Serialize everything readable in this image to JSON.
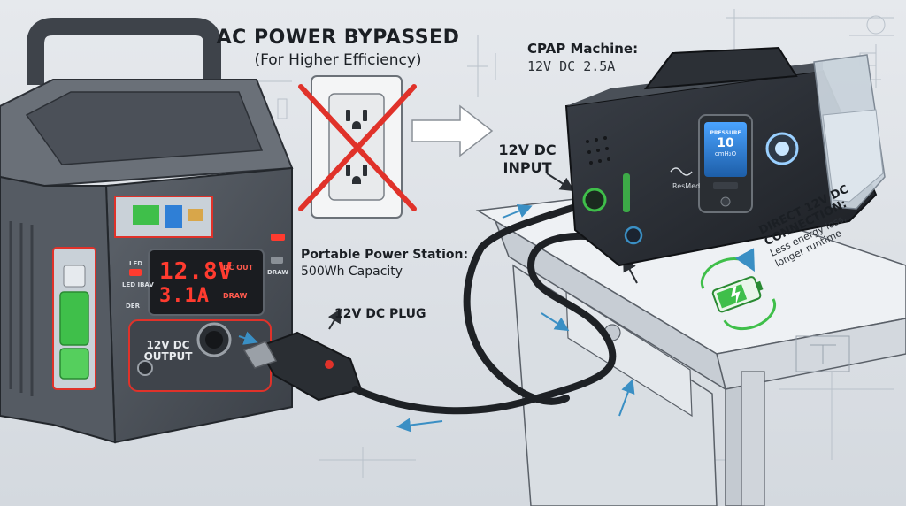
{
  "headings": {
    "ac_title": "AC POWER BYPASSED",
    "ac_subtitle": "(For Higher Efficiency)"
  },
  "cpap": {
    "title": "CPAP Machine:",
    "spec": "12V DC 2.5A",
    "input_line1": "12V DC",
    "input_line2": "INPUT",
    "screen_label": "PRESSURE",
    "screen_value": "10",
    "screen_unit": "cmH₂O",
    "brand": "ResMed"
  },
  "power_station": {
    "title": "Portable Power Station:",
    "capacity": "500Wh Capacity",
    "voltage_display": "12.8V",
    "voltage_caption": "DC OUT",
    "current_display": "3.1A",
    "current_caption": "DRAW",
    "side_label_1": "LED",
    "side_label_2": "LED IBAV",
    "side_label_3": "DER",
    "side_label_4": "DRAW",
    "output_line1": "12V DC",
    "output_line2": "OUTPUT"
  },
  "plug": {
    "label": "12V DC PLUG"
  },
  "direct_connection": {
    "title_line1": "DIRECT 12V DC",
    "title_line2": "CONNECTION:",
    "note_line1": "Less energy loss,",
    "note_line2": "longer runtime"
  },
  "colors": {
    "background": "#dfe3e8",
    "station_body": "#4a5058",
    "display_red": "#ff3b2f",
    "cross_red": "#e0322a",
    "battery_green": "#3fbf4a",
    "cpap_screen": "#2f7fd6",
    "arrow_blue": "#3a8fc4"
  }
}
